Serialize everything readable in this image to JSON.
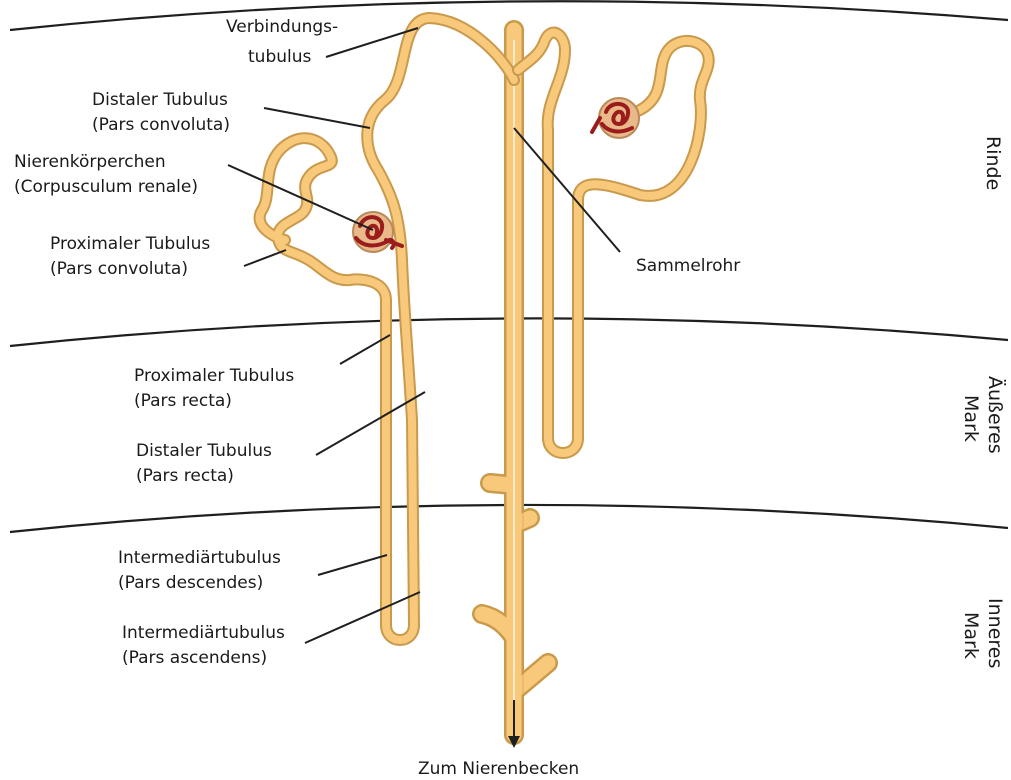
{
  "labels": {
    "verbindungs_1": "Verbindungs-",
    "verbindungs_2": "tubulus",
    "distal_conv_1": "Distaler Tubulus",
    "distal_conv_2": "(Pars convoluta)",
    "corpusculum_1": "Nierenkörperchen",
    "corpusculum_2": "(Corpusculum renale)",
    "prox_conv_1": "Proximaler Tubulus",
    "prox_conv_2": "(Pars convoluta)",
    "sammelrohr": "Sammelrohr",
    "prox_recta_1": "Proximaler Tubulus",
    "prox_recta_2": "(Pars recta)",
    "distal_recta_1": "Distaler Tubulus",
    "distal_recta_2": "(Pars recta)",
    "inter_desc_1": "Intermediärtubulus",
    "inter_desc_2": "(Pars descendes)",
    "inter_asc_1": "Intermediärtubulus",
    "inter_asc_2": "(Pars ascendens)",
    "outflow": "Zum Nierenbecken"
  },
  "zones": {
    "rinde": "Rinde",
    "aeusseres_1": "Äußeres",
    "aeusseres_2": "Mark",
    "inneres_1": "Inneres",
    "inneres_2": "Mark"
  },
  "colors": {
    "tubule_fill": "#f8c97b",
    "tubule_outline": "#c99a4c",
    "glomerulus_capsule": "#e9b98a",
    "glomerulus_vessel": "#9b1c1c",
    "line": "#1f1f1f"
  }
}
